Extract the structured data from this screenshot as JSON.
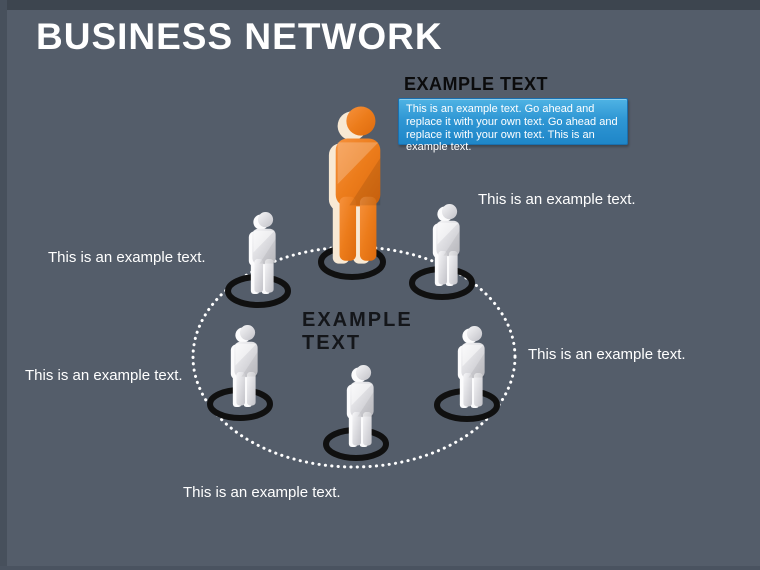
{
  "title": "BUSINESS NETWORK",
  "callout": {
    "heading": "EXAMPLE TEXT",
    "body": "This is an example text. Go ahead and replace it with your own text. Go ahead and replace it with your own text. This is an example text."
  },
  "center_label": {
    "line1": "EXAMPLE",
    "line2": "TEXT"
  },
  "captions": [
    {
      "text": "This is an example text."
    },
    {
      "text": "This is an example text."
    },
    {
      "text": "This is an example text."
    },
    {
      "text": "This is an example text."
    },
    {
      "text": "This is an example text."
    }
  ],
  "figures": {
    "leader": {
      "icon": "person-icon",
      "color": "#ED7D23"
    },
    "members": {
      "icon": "person-icon",
      "color": "#E9E9EB",
      "count": 5
    },
    "pedestal_ring_color": "#111111",
    "network_circle_style": "dotted-white"
  },
  "colors": {
    "background": "#545D6A",
    "accent_orange": "#ED7D23",
    "callout_blue_top": "#4FB3E4",
    "callout_blue_bottom": "#1F86C8",
    "title_text": "#FFFFFF",
    "heading_text": "#0B0B0C",
    "caption_text": "#FFFFFF"
  }
}
